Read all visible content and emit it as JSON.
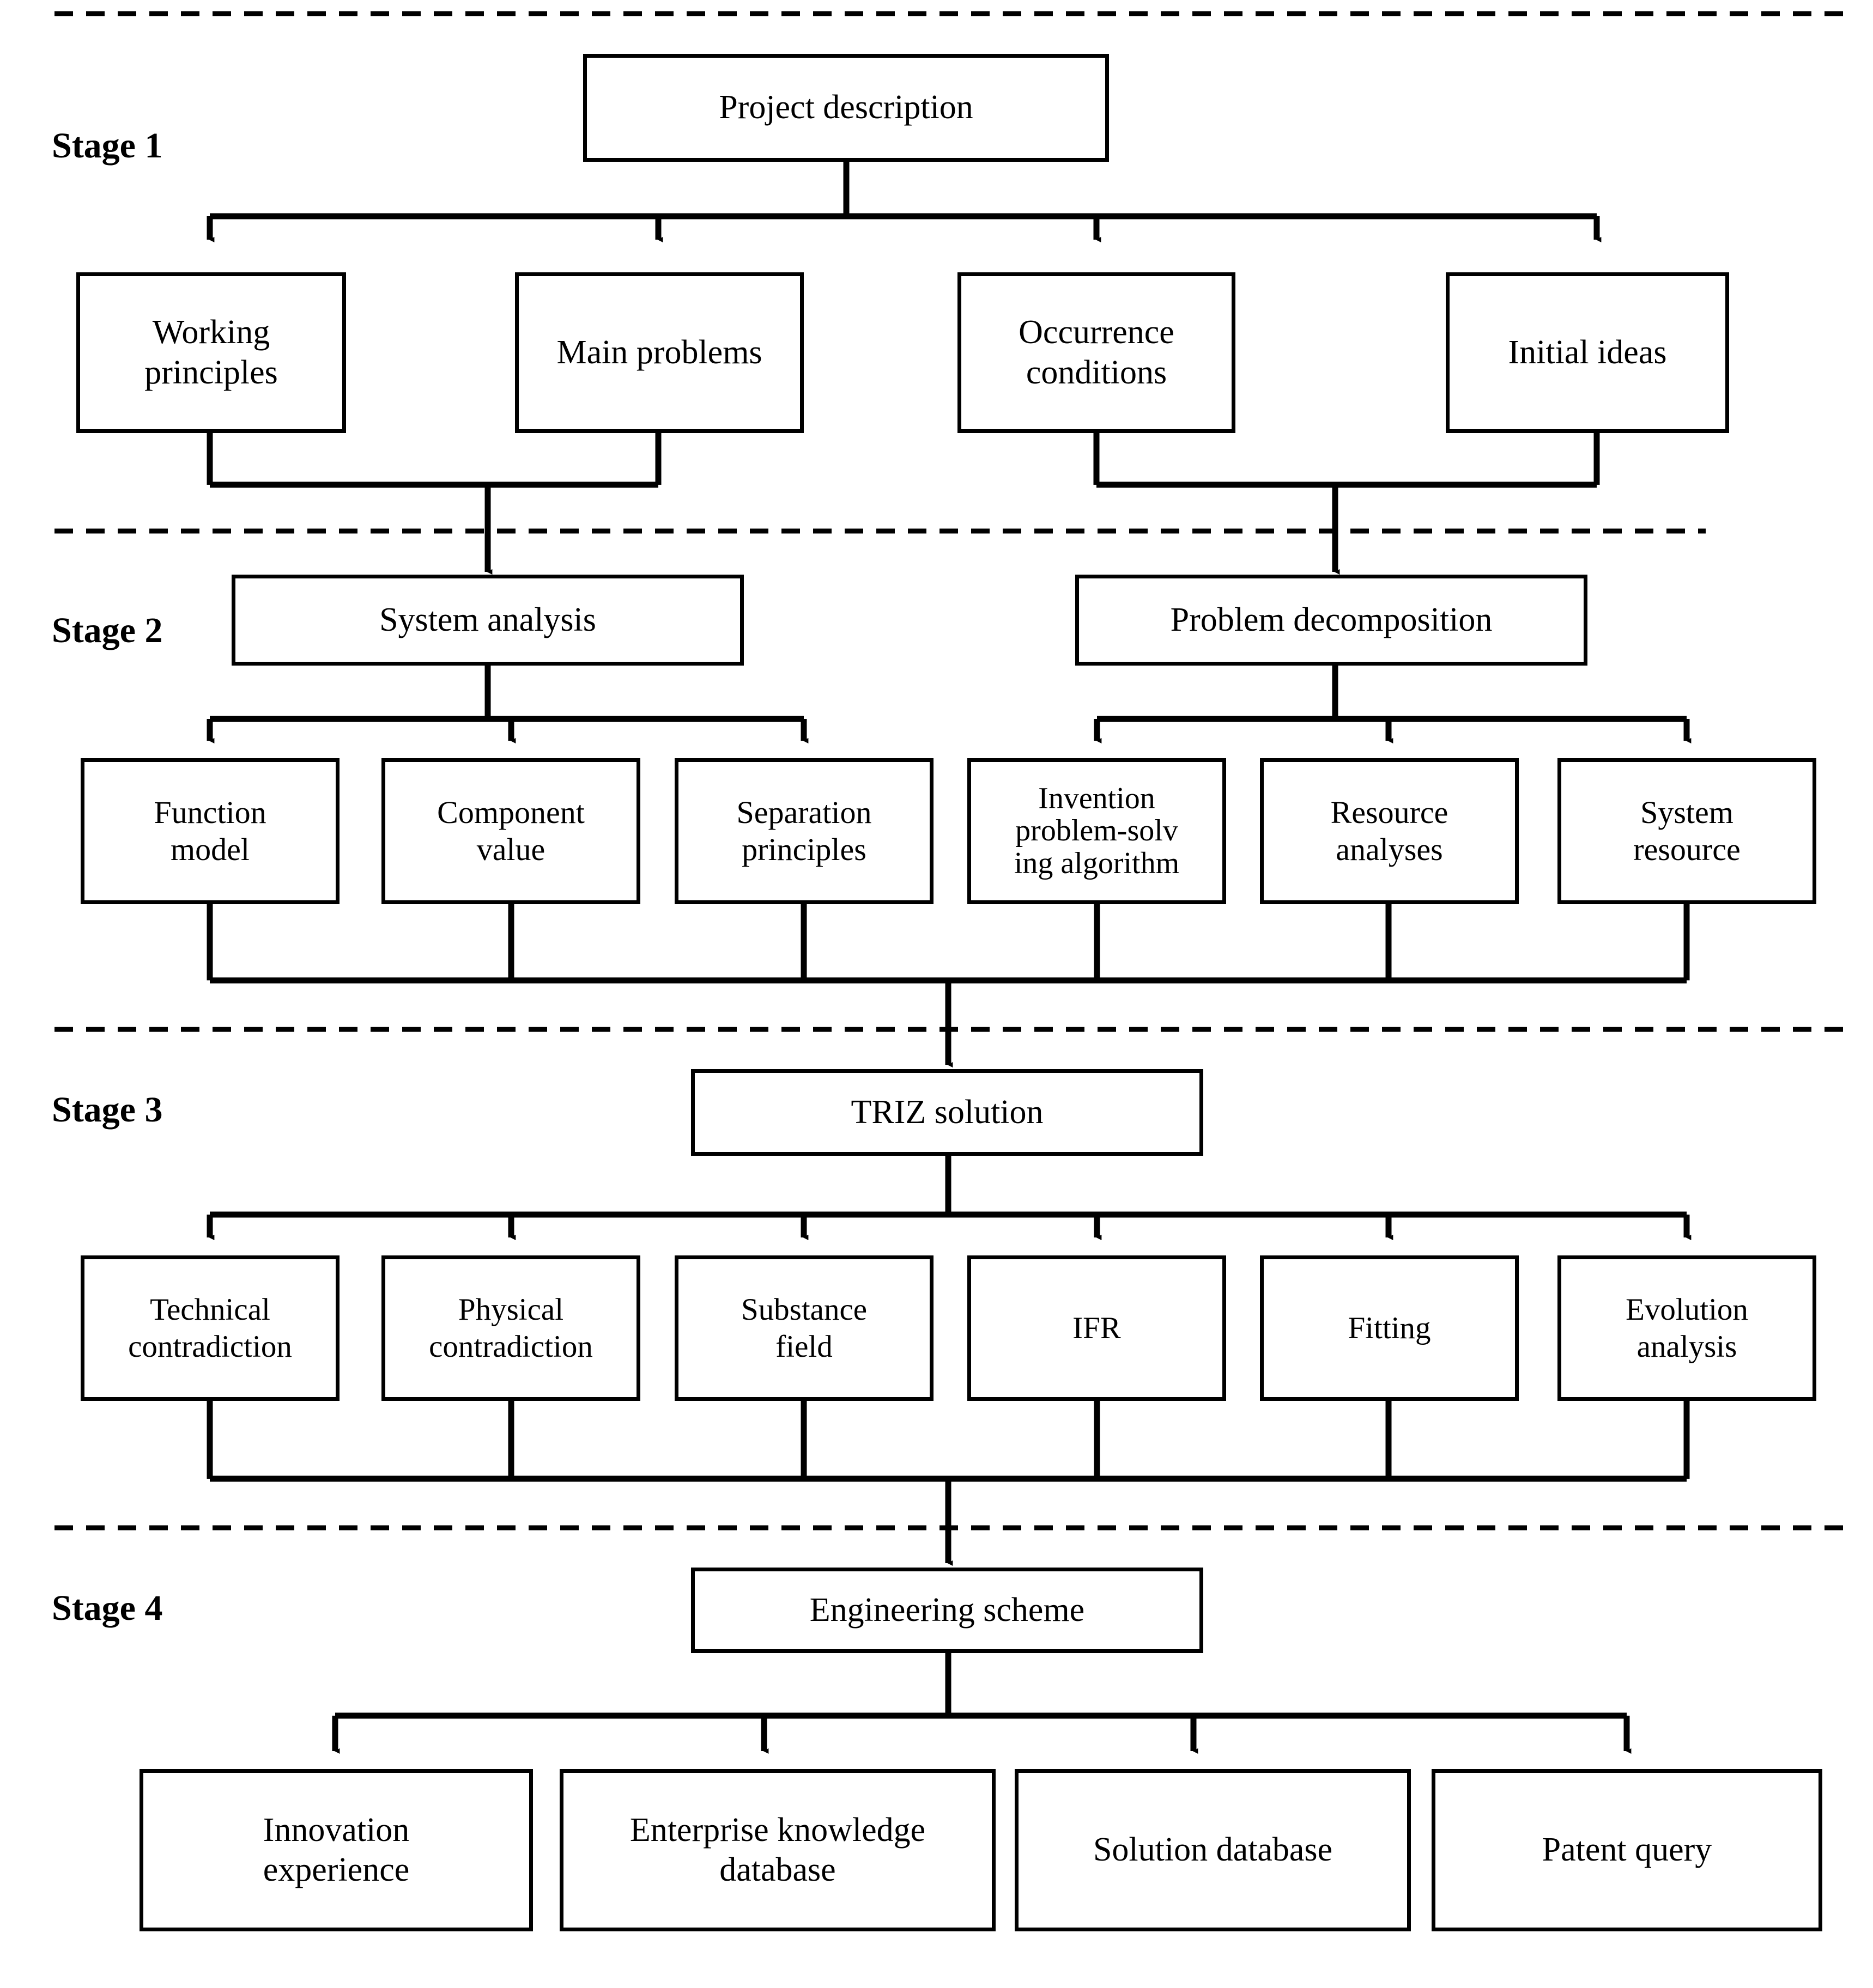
{
  "diagram": {
    "title": "TRIZ four-stage innovation problem-solving flowchart",
    "line_color": "#000000",
    "background_color": "#ffffff",
    "divider_style": "dashed"
  },
  "stages": [
    {
      "id": "stage-1",
      "label": "Stage 1"
    },
    {
      "id": "stage-2",
      "label": "Stage 2"
    },
    {
      "id": "stage-3",
      "label": "Stage 3"
    },
    {
      "id": "stage-4",
      "label": "Stage 4"
    }
  ],
  "nodes": {
    "project_description": "Project description",
    "working_principles": "Working\nprinciples",
    "main_problems": "Main problems",
    "occurrence_conditions": "Occurrence\nconditions",
    "initial_ideas": "Initial ideas",
    "system_analysis": "System analysis",
    "problem_decomposition": "Problem decomposition",
    "function_model": "Function\nmodel",
    "component_value": "Component\nvalue",
    "separation_principles": "Separation\nprinciples",
    "invention_algorithm": "Invention\nproblem-solv\ning algorithm",
    "resource_analyses": "Resource\nanalyses",
    "system_resource": "System\nresource",
    "triz_solution": "TRIZ solution",
    "technical_contradiction": "Technical\ncontradiction",
    "physical_contradiction": "Physical\ncontradiction",
    "substance_field": "Substance\nfield",
    "ifr": "IFR",
    "fitting": "Fitting",
    "evolution_analysis": "Evolution\nanalysis",
    "engineering_scheme": "Engineering scheme",
    "innovation_experience": "Innovation\nexperience",
    "enterprise_knowledge_database": "Enterprise knowledge\ndatabase",
    "solution_database": "Solution database",
    "patent_query": "Patent query"
  }
}
